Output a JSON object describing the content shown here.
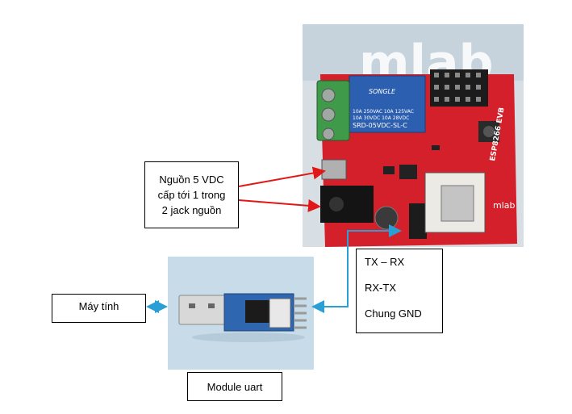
{
  "power_label": {
    "lines": [
      "Nguồn 5 VDC",
      "cấp tới 1 trong",
      "2 jack nguồn"
    ]
  },
  "pc_label": "Máy tính",
  "uart_label": "Module uart",
  "connections": {
    "lines": [
      "TX – RX",
      "RX-TX",
      "Chung GND"
    ]
  },
  "board": {
    "logo_text": "mlab",
    "relay_brand": "SONGLE",
    "relay_specs": [
      "10A 250VAC  10A 125VAC",
      "10A 30VDC  10A 28VDC"
    ],
    "relay_model": "SRD-05VDC-SL-C",
    "board_name": "ESP8266 EVB",
    "board_logo": "mlab"
  },
  "colors": {
    "pcb": "#d4202a",
    "arrow_red": "#e01818",
    "arrow_blue": "#2a9fd6",
    "relay_blue": "#2d5fb0",
    "terminal_green": "#3f9a4a",
    "usb_board": "#2f66b0"
  }
}
